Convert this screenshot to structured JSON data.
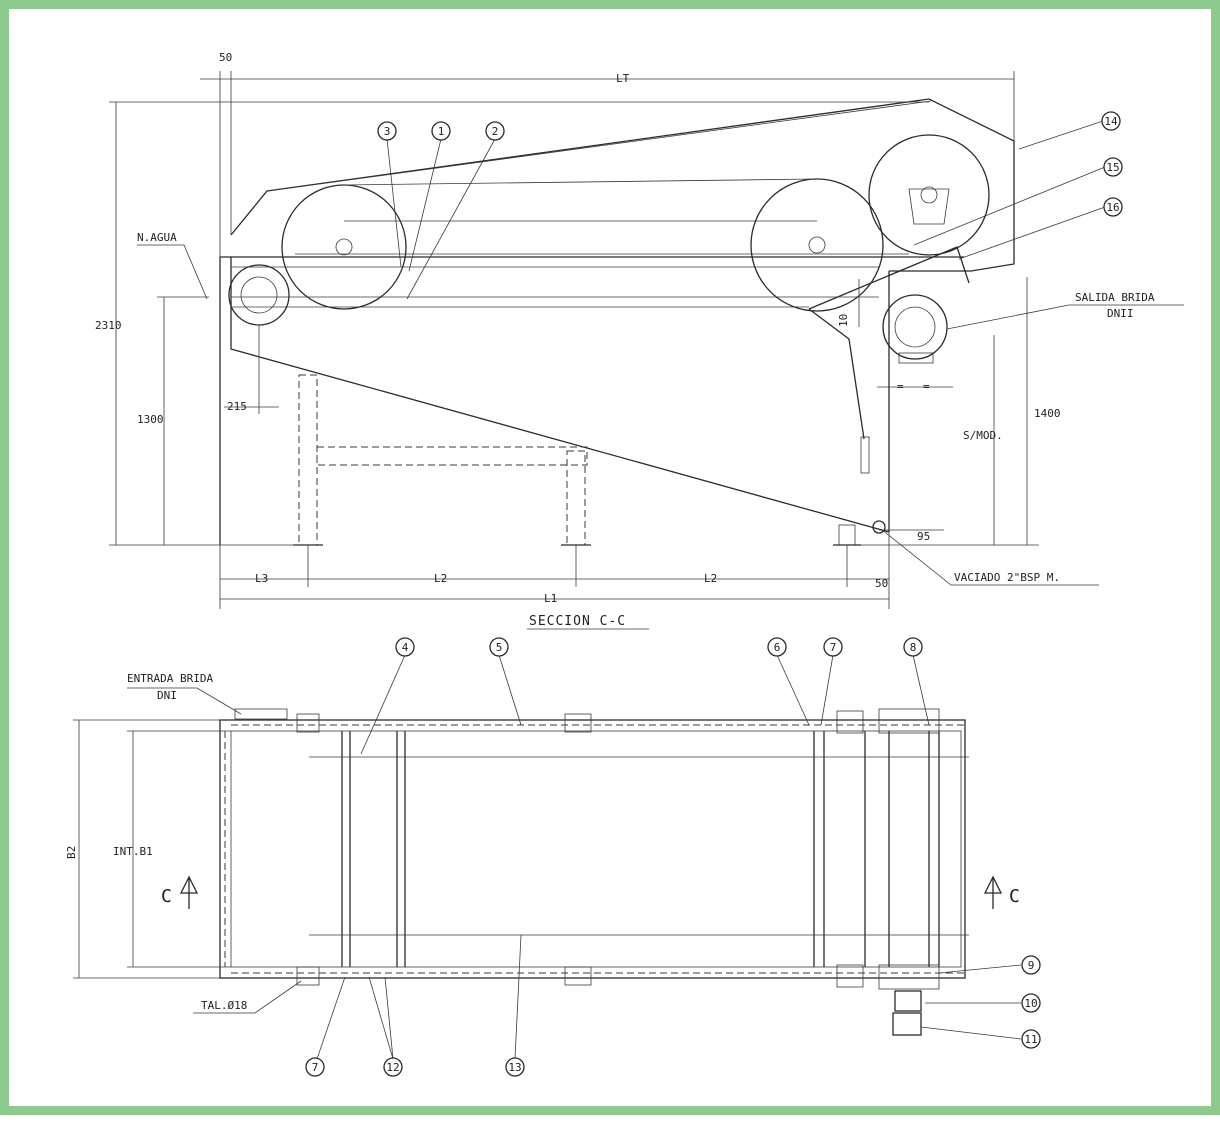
{
  "colors": {
    "frame": "#8ec98e",
    "line": "#2b2b2b",
    "background": "#ffffff"
  },
  "section_title": "SECCION C-C",
  "dimensions": {
    "d50_top": "50",
    "lt": "LT",
    "d2310": "2310",
    "d1300": "1300",
    "d215": "215",
    "d1400": "1400",
    "s_mod": "S/MOD.",
    "d10": "10",
    "d95": "95",
    "d50_bottom": "50",
    "l3": "L3",
    "l2_left": "L2",
    "l2_right": "L2",
    "l1": "L1",
    "b2": "B2",
    "int_b1": "INT.B1",
    "flange_eq_left": "=",
    "flange_eq_right": "="
  },
  "labels": {
    "nagua": "N.AGUA",
    "salida_line1": "SALIDA BRIDA",
    "salida_line2": "DNII",
    "vaciado": "VACIADO 2\"BSP M.",
    "entrada_line1": "ENTRADA BRIDA",
    "entrada_line2": "DNI",
    "tal": "TAL.Ø18",
    "section_mark_left": "C",
    "section_mark_right": "C"
  },
  "callouts": {
    "c1": "1",
    "c2": "2",
    "c3": "3",
    "c4": "4",
    "c5": "5",
    "c6": "6",
    "c7a": "7",
    "c7b": "7",
    "c8": "8",
    "c9": "9",
    "c10": "10",
    "c11": "11",
    "c12": "12",
    "c13": "13",
    "c14": "14",
    "c15": "15",
    "c16": "16"
  }
}
